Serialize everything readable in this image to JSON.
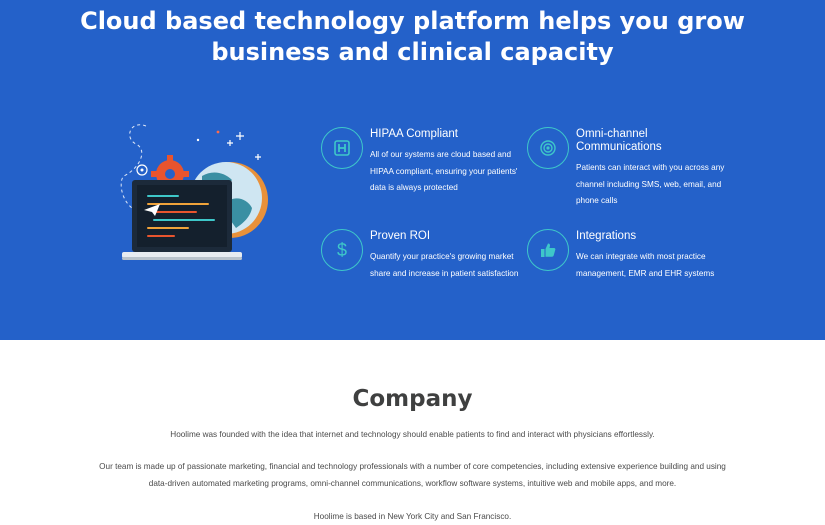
{
  "hero": {
    "title_line1": "Cloud based technology platform helps you grow",
    "title_line2": "business and clinical capacity",
    "features": [
      {
        "icon": "hospital-h-icon",
        "title": "HIPAA Compliant",
        "description": "All of our systems are cloud based and HIPAA compliant, ensuring your patients' data is always protected"
      },
      {
        "icon": "target-icon",
        "title": "Omni-channel Communications",
        "description": "Patients can interact with you across any channel including SMS, web, email, and phone calls"
      },
      {
        "icon": "dollar-icon",
        "title": "Proven ROI",
        "description": "Quantify your practice's growing market share and increase in patient satisfaction"
      },
      {
        "icon": "thumbs-up-icon",
        "title": "Integrations",
        "description": "We can integrate with most practice management, EMR and EHR systems"
      }
    ]
  },
  "company": {
    "title": "Company",
    "paragraph1": "Hoolime was founded with the idea that internet and technology should enable patients to find and interact with physicians effortlessly.",
    "paragraph2": "Our team is made up of passionate marketing, financial and technology professionals with a number of core competencies, including extensive experience building and using data-driven automated marketing programs, omni-channel communications, workflow software systems, intuitive web and mobile apps, and more.",
    "paragraph3": "Hoolime is based in New York City and San Francisco."
  },
  "colors": {
    "hero_background": "#2461c9",
    "icon_accent": "#3ec7c9",
    "heading_text": "#3f4040",
    "body_text": "#4a4a4a"
  }
}
